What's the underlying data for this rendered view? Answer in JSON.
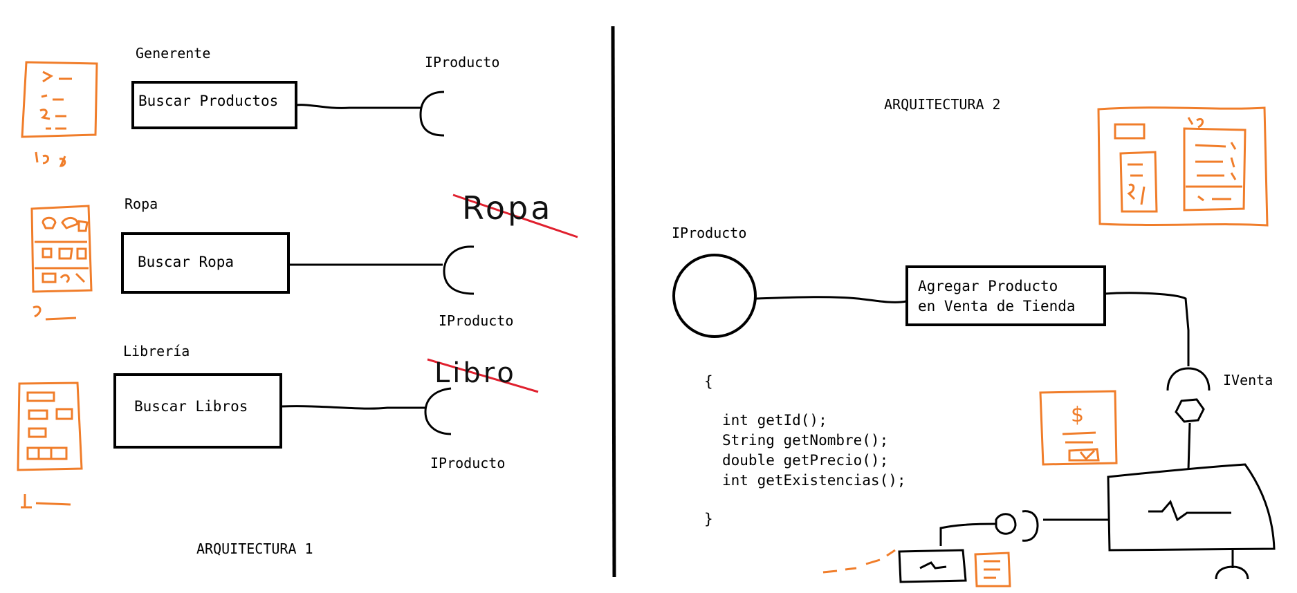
{
  "arch1": {
    "title": "ARQUITECTURA 1",
    "rows": [
      {
        "group": "Generente",
        "component": "Buscar Productos",
        "interface": "IProducto",
        "sketch_note": "1"
      },
      {
        "group": "Ropa",
        "component": "Buscar Ropa",
        "interface": "IProducto",
        "crossed_word": "Ropa",
        "sketch_note": "2"
      },
      {
        "group": "Librería",
        "component": "Buscar Libros",
        "interface": "IProducto",
        "crossed_word": "Libro",
        "sketch_note": "1"
      }
    ]
  },
  "arch2": {
    "title": "ARQUITECTURA 2",
    "provided_interface": "IProducto",
    "component_line1": "Agregar Producto",
    "component_line2": "en Venta de Tienda",
    "required_interface": "IVenta",
    "code": {
      "open": "{",
      "methods": [
        "int getId();",
        "String getNombre();",
        "double getPrecio();",
        "int getExistencias();"
      ],
      "close": "}"
    },
    "receipt_symbol": "$"
  },
  "colors": {
    "ink": "#000000",
    "sketch": "#f07d2a",
    "strike": "#e0202e"
  }
}
